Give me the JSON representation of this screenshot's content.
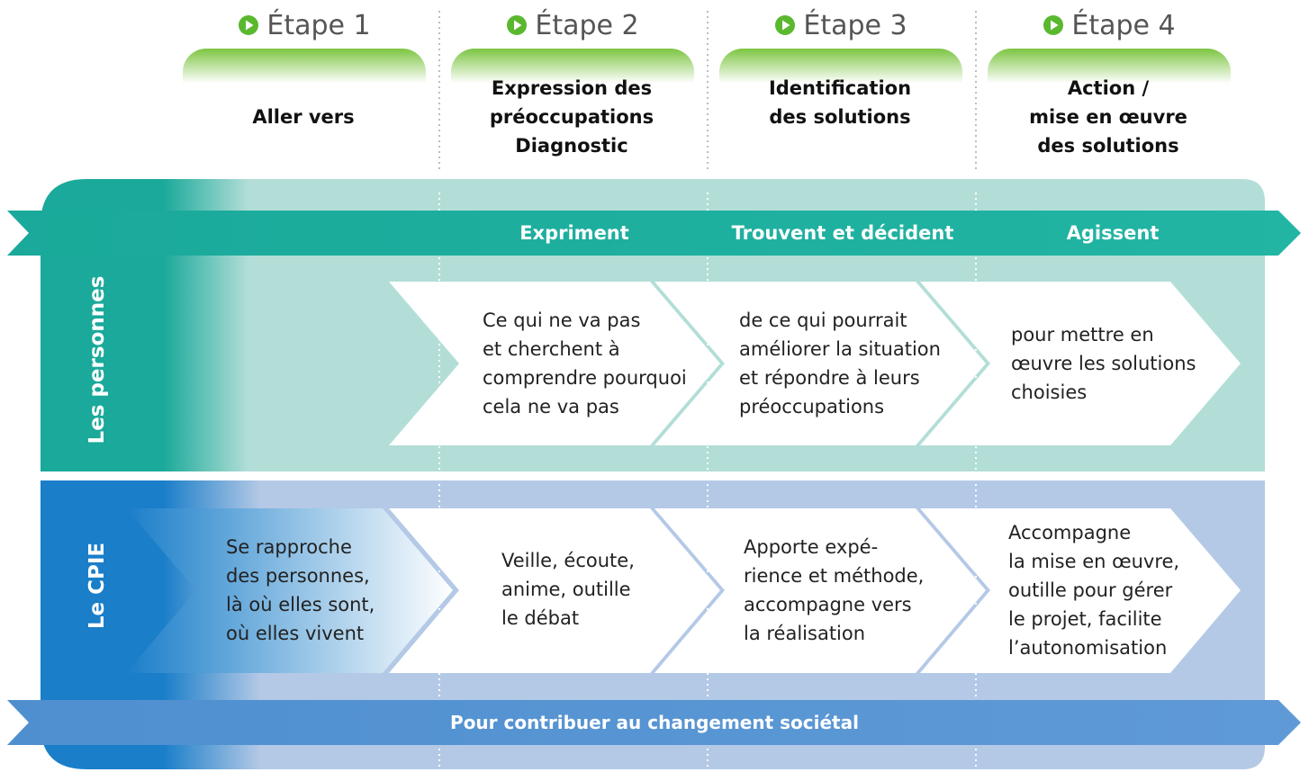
{
  "steps": [
    {
      "title": "Étape 1",
      "label_lines": [
        "Aller vers"
      ]
    },
    {
      "title": "Étape 2",
      "label_lines": [
        "Expression des",
        "préoccupations",
        "Diagnostic"
      ]
    },
    {
      "title": "Étape 3",
      "label_lines": [
        "Identification",
        "des solutions"
      ]
    },
    {
      "title": "Étape 4",
      "label_lines": [
        "Action /",
        "mise en œuvre",
        "des solutions"
      ]
    }
  ],
  "personnes": {
    "row_label": "Les personnes",
    "verbs": [
      "Expriment",
      "Trouvent et décident",
      "Agissent"
    ],
    "boxes": [
      {
        "lines": [
          "Ce qui ne va pas",
          "et cherchent à",
          "comprendre pourquoi",
          "cela ne va pas"
        ]
      },
      {
        "lines": [
          "de ce qui pourrait",
          "améliorer la situation",
          "et répondre à leurs",
          "préoccupations"
        ]
      },
      {
        "lines": [
          "pour mettre en",
          "œuvre les solutions",
          "choisies"
        ]
      }
    ]
  },
  "cpie": {
    "row_label": "Le CPIE",
    "boxes": [
      {
        "lines": [
          "Se rapproche",
          "des personnes,",
          "là où elles sont,",
          "où elles vivent"
        ]
      },
      {
        "lines": [
          "Veille, écoute,",
          "anime, outille",
          "le débat"
        ]
      },
      {
        "lines": [
          "Apporte expé-",
          "rience et méthode,",
          "accompagne vers",
          "la réalisation"
        ]
      },
      {
        "lines": [
          "Accompagne",
          "la mise en œuvre,",
          "outille pour gérer",
          "le projet, facilite",
          "l’autonomisation"
        ]
      }
    ]
  },
  "bottom_banner": "Pour contribuer au changement sociétal",
  "colors": {
    "teal_dark": "#1aa99a",
    "teal_light": "#b2ded7",
    "blue_dark": "#1a7ec9",
    "blue_light": "#b4c9e6",
    "green_play": "#5ab82e"
  }
}
